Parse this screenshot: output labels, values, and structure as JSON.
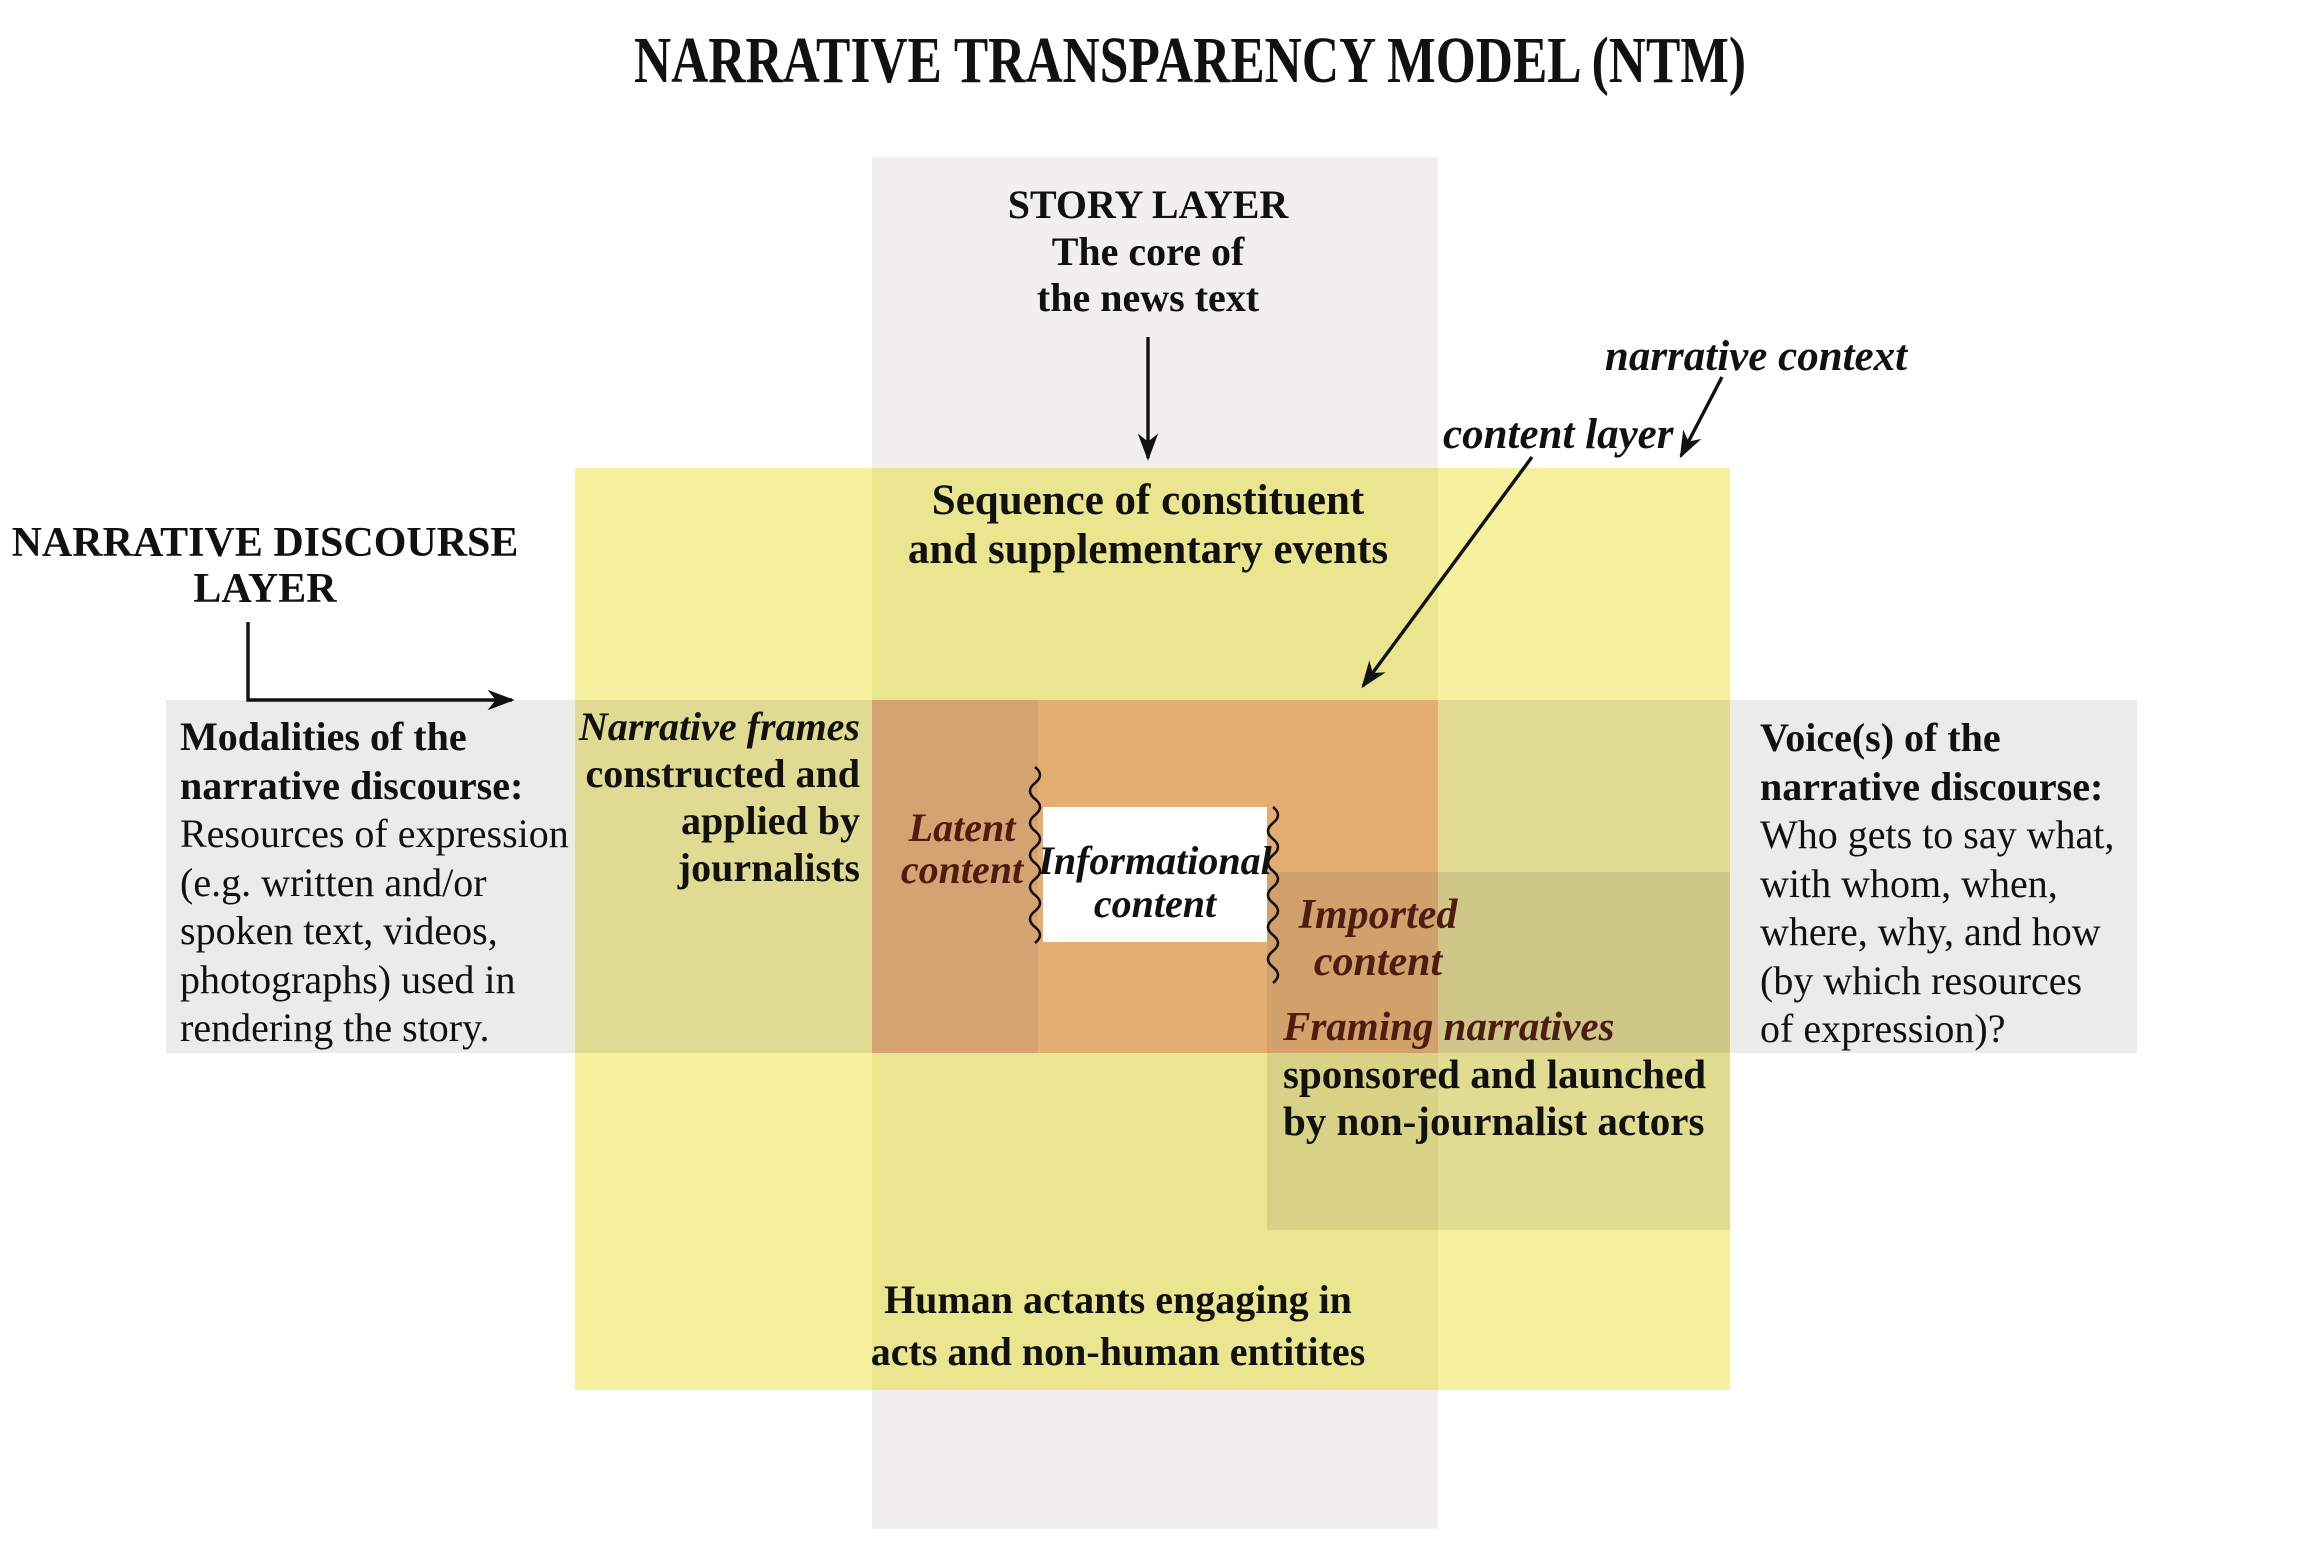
{
  "title": "NARRATIVE TRANSPARENCY MODEL (NTM)",
  "story_layer": {
    "heading": "STORY LAYER",
    "line2": "The core of",
    "line3": "the news text"
  },
  "sequence": {
    "line1": "Sequence of constituent",
    "line2": "and supplementary events"
  },
  "labels": {
    "narrative_context": "narrative context",
    "content_layer": "content layer"
  },
  "discourse_layer": {
    "heading_line1": "NARRATIVE DISCOURSE",
    "heading_line2": "LAYER",
    "modalities": {
      "bold1": "Modalities of the",
      "bold2": "narrative discourse:",
      "body": [
        "Resources of expression",
        "(e.g. written and/or",
        "spoken text, videos,",
        "photographs) used in",
        "rendering the story."
      ]
    },
    "voices": {
      "bold1": "Voice(s) of the",
      "bold2": "narrative discourse:",
      "body": [
        "Who gets to say what,",
        "with whom, when,",
        "where, why, and how",
        "(by which resources",
        "of expression)?"
      ]
    }
  },
  "frames": {
    "line1": "Narrative frames",
    "line2": "constructed and",
    "line3": "applied by",
    "line4": "journalists"
  },
  "content_items": {
    "latent_line1": "Latent",
    "latent_line2": "content",
    "informational_line1": "Informational",
    "informational_line2": "content",
    "imported_line1": "Imported",
    "imported_line2": "content"
  },
  "framing": {
    "line1": "Framing narratives",
    "line2": "sponsored and launched",
    "line3": "by non-journalist actors"
  },
  "actants": {
    "line1": "Human actants engaging in",
    "line2": "acts and non-human entitites"
  },
  "colors": {
    "story_column_gray": "#f1f0ee",
    "discourse_band_gray": "#ebebe9",
    "content_yellow": "#f6f09f",
    "yellow_on_gray": "#ece590",
    "olive_overlap": "#e0da93",
    "orange_core": "#e4ad72",
    "orange_latent_dark": "#d5a271",
    "framing_overlay": "rgba(90,80,60,0.13)",
    "maroon_text": "#4e1c12",
    "text_black": "#111111",
    "informational_box_white": "#ffffff"
  }
}
